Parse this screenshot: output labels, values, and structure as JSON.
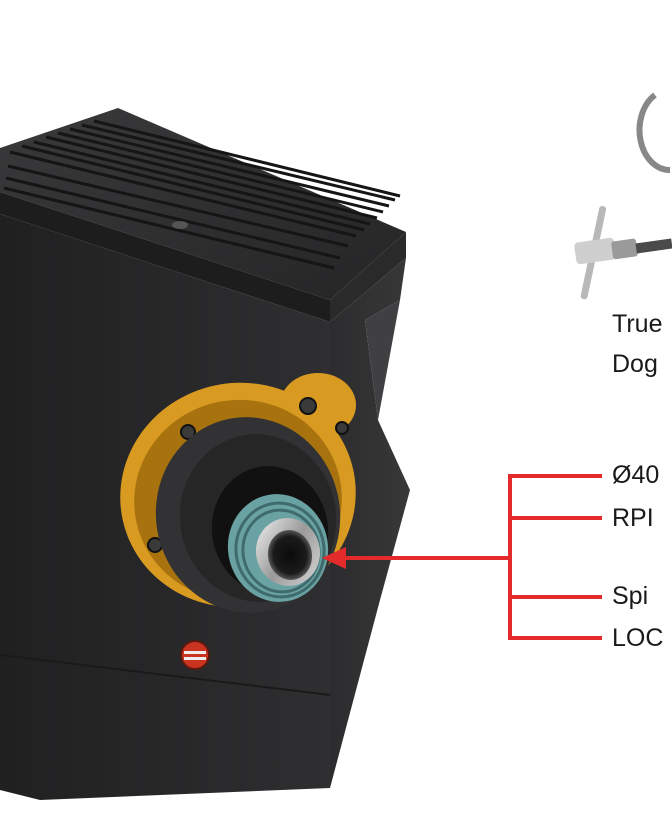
{
  "labels": {
    "true_line": "True",
    "dog_line": "Dog",
    "callout": [
      "Ø40",
      "RPI",
      "Spi",
      "LOC"
    ]
  },
  "colors": {
    "body": "#2a2a2b",
    "body_light": "#3b3b3d",
    "groove": "#141414",
    "flange": "#d99a22",
    "flange_dark": "#a8730f",
    "callout": "#e32b2b",
    "ring": "#6aa2a3",
    "text": "#1a1a1a"
  },
  "icons": {
    "t_handle": "t-handle-key-icon",
    "arrow": "arrow-head-icon",
    "plug": "red-plug-icon"
  }
}
